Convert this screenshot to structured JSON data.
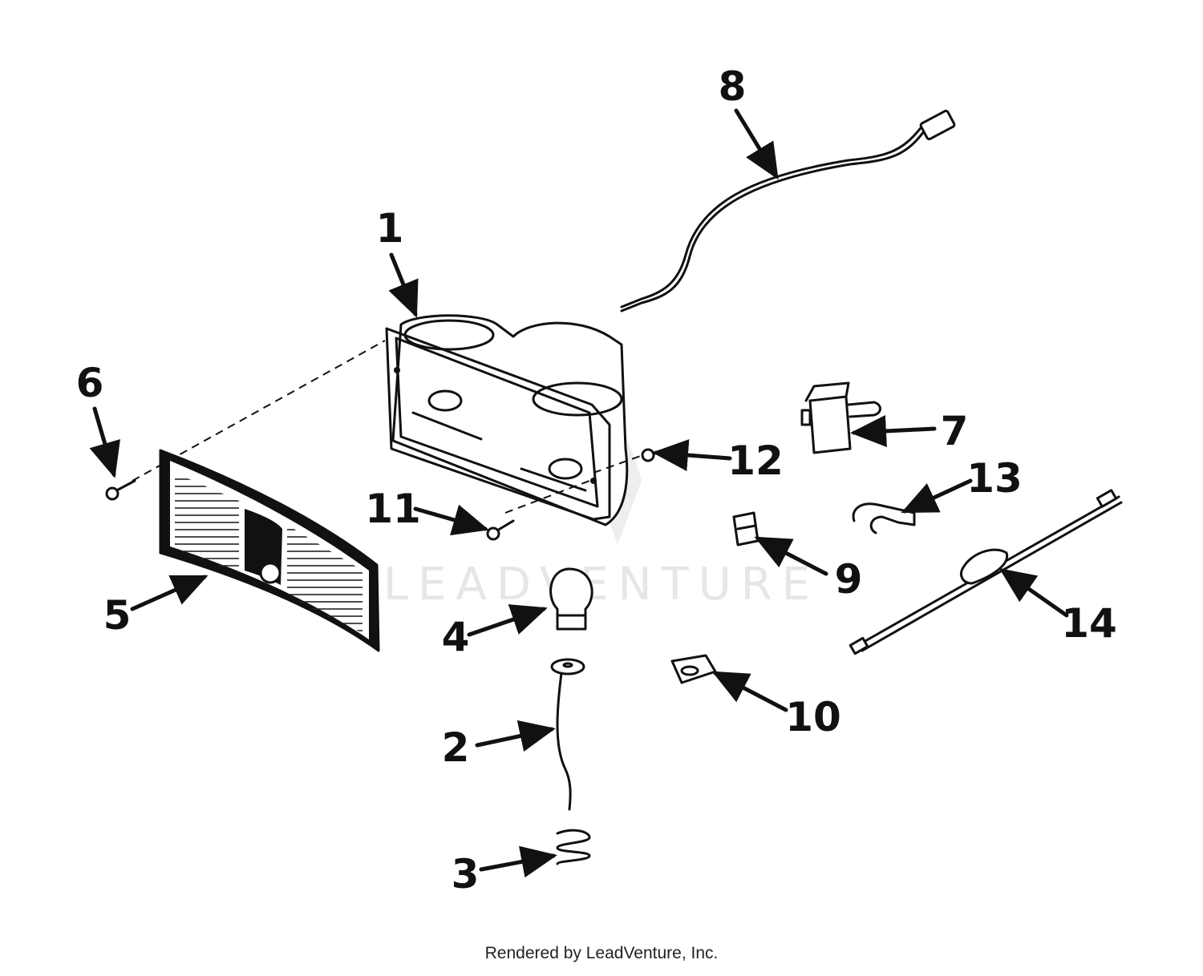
{
  "diagram": {
    "watermark_text": "LEADVENTURE",
    "footer_text": "Rendered by LeadVenture, Inc.",
    "callouts": [
      {
        "id": "1",
        "label": "1"
      },
      {
        "id": "2",
        "label": "2"
      },
      {
        "id": "3",
        "label": "3"
      },
      {
        "id": "4",
        "label": "4"
      },
      {
        "id": "5",
        "label": "5"
      },
      {
        "id": "6",
        "label": "6"
      },
      {
        "id": "7",
        "label": "7"
      },
      {
        "id": "8",
        "label": "8"
      },
      {
        "id": "9",
        "label": "9"
      },
      {
        "id": "10",
        "label": "10"
      },
      {
        "id": "11",
        "label": "11"
      },
      {
        "id": "12",
        "label": "12"
      },
      {
        "id": "13",
        "label": "13"
      },
      {
        "id": "14",
        "label": "14"
      }
    ]
  }
}
